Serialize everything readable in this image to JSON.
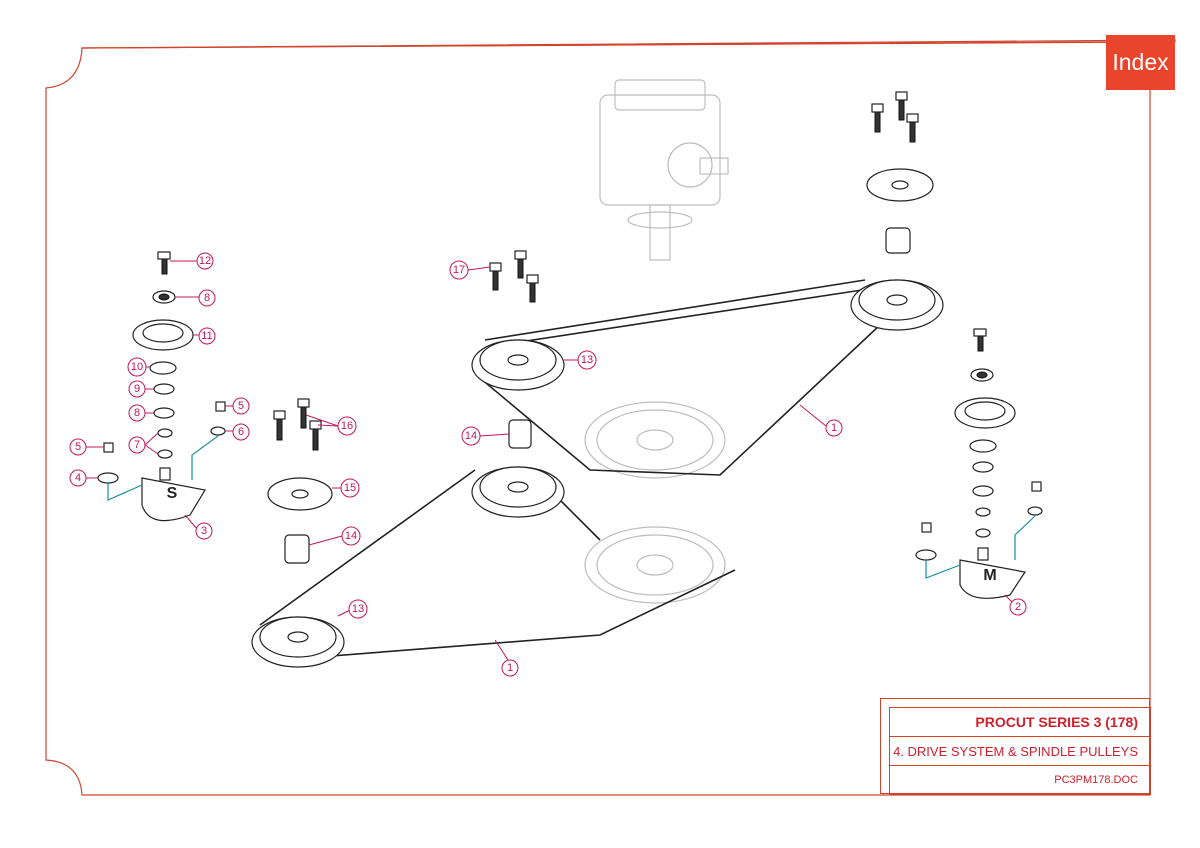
{
  "index_button": {
    "label": "Index"
  },
  "title_block": {
    "title": "PROCUT SERIES 3 (178)",
    "subtitle": "4. DRIVE SYSTEM & SPINDLE PULLEYS",
    "doc_ref": "PC3PM178.DOC"
  },
  "plate_labels": {
    "left": "S",
    "right": "M"
  },
  "callouts": {
    "c12": "12",
    "c8a": "8",
    "c11": "11",
    "c10": "10",
    "c9": "9",
    "c8b": "8",
    "c7": "7",
    "c5a": "5",
    "c6": "6",
    "c5b": "5",
    "c4": "4",
    "c3": "3",
    "c16": "16",
    "c15": "15",
    "c14a": "14",
    "c17": "17",
    "c13a": "13",
    "c14b": "14",
    "c1a": "1",
    "c13b": "13",
    "c1b": "1",
    "c2": "2"
  },
  "colors": {
    "border": "#d0432c",
    "index_bg": "#e8452c",
    "callout": "#c2185b",
    "leader": "#1a8fa0"
  }
}
